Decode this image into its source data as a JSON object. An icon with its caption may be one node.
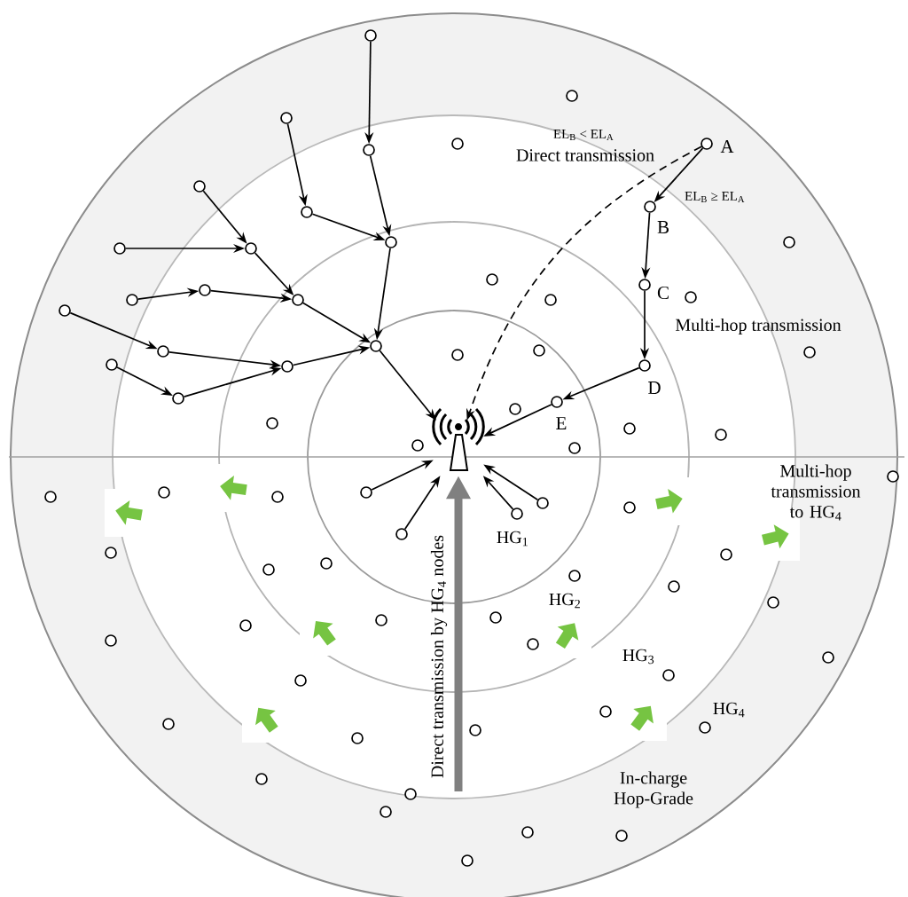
{
  "diagram": {
    "nodes": [
      {
        "text": [],
        "shape": "circle"
      },
      {
        "text": [],
        "shape": "circle"
      },
      {
        "text": [],
        "shape": "circle"
      },
      {
        "text": [],
        "shape": "circle"
      },
      {
        "text": [],
        "shape": "circle",
        "beside": [
          "A"
        ]
      },
      {
        "text": [],
        "shape": "circle"
      },
      {
        "text": [],
        "shape": "circle"
      },
      {
        "text": [],
        "shape": "circle",
        "beside": [
          "B"
        ]
      },
      {
        "text": [],
        "shape": "circle"
      },
      {
        "text": [],
        "shape": "circle"
      },
      {
        "text": [],
        "shape": "circle"
      },
      {
        "text": [],
        "shape": "circle"
      },
      {
        "text": [],
        "shape": "circle"
      },
      {
        "text": [],
        "shape": "circle"
      },
      {
        "text": [],
        "shape": "circle",
        "beside": [
          "C"
        ]
      },
      {
        "text": [],
        "shape": "circle"
      },
      {
        "text": [],
        "shape": "circle"
      },
      {
        "text": [],
        "shape": "circle"
      },
      {
        "text": [],
        "shape": "circle"
      },
      {
        "text": [],
        "shape": "circle"
      },
      {
        "text": [],
        "shape": "circle"
      },
      {
        "text": [],
        "shape": "circle"
      },
      {
        "text": [],
        "shape": "circle"
      },
      {
        "text": [],
        "shape": "circle"
      },
      {
        "text": [],
        "shape": "circle"
      },
      {
        "text": [],
        "shape": "circle"
      },
      {
        "text": [],
        "shape": "circle"
      },
      {
        "text": [],
        "shape": "circle"
      },
      {
        "text": [],
        "shape": "circle",
        "beside": [
          "D"
        ]
      },
      {
        "text": [],
        "shape": "circle"
      },
      {
        "text": [],
        "shape": "circle",
        "beside": [
          "E"
        ]
      },
      {
        "text": [],
        "shape": "circle"
      },
      {
        "text": [],
        "shape": "circle"
      },
      {
        "text": [],
        "shape": "circle"
      },
      {
        "text": [],
        "shape": "circle"
      },
      {
        "text": [],
        "shape": "circle"
      },
      {
        "text": [],
        "shape": "circle"
      },
      {
        "text": [],
        "shape": "antenna"
      },
      {
        "text": [],
        "shape": "circle"
      },
      {
        "text": [],
        "shape": "circle"
      },
      {
        "text": [],
        "shape": "circle"
      },
      {
        "text": [],
        "shape": "circle"
      },
      {
        "text": [],
        "shape": "circle"
      },
      {
        "text": [],
        "shape": "circle"
      },
      {
        "text": [],
        "shape": "circle"
      },
      {
        "text": [],
        "shape": "circle"
      },
      {
        "text": [],
        "shape": "circle"
      },
      {
        "text": [],
        "shape": "circle"
      },
      {
        "text": [],
        "shape": "circle"
      },
      {
        "text": [],
        "shape": "circle"
      },
      {
        "text": [],
        "shape": "circle"
      },
      {
        "text": [],
        "shape": "circle"
      },
      {
        "text": [],
        "shape": "circle"
      },
      {
        "text": [],
        "shape": "circle"
      },
      {
        "text": [],
        "shape": "circle"
      },
      {
        "text": [],
        "shape": "circle"
      },
      {
        "text": [],
        "shape": "circle"
      },
      {
        "text": [],
        "shape": "circle"
      },
      {
        "text": [],
        "shape": "circle"
      },
      {
        "text": [],
        "shape": "circle"
      },
      {
        "text": [],
        "shape": "circle"
      },
      {
        "text": [],
        "shape": "circle"
      },
      {
        "text": [],
        "shape": "circle"
      },
      {
        "text": [],
        "shape": "circle"
      },
      {
        "text": [],
        "shape": "circle"
      },
      {
        "text": [],
        "shape": "circle"
      },
      {
        "text": [],
        "shape": "circle"
      },
      {
        "text": [],
        "shape": "circle"
      },
      {
        "text": [],
        "shape": "circle"
      },
      {
        "text": [],
        "shape": "circle"
      },
      {
        "text": [],
        "shape": "circle"
      },
      {
        "text": [],
        "shape": "circle"
      },
      {
        "text": [],
        "shape": "circle"
      }
    ],
    "edges": [
      {
        "from": 0,
        "to": 5,
        "arrow": "to"
      },
      {
        "from": 5,
        "to": 9,
        "arrow": "to"
      },
      {
        "from": 2,
        "to": 8,
        "arrow": "to"
      },
      {
        "from": 8,
        "to": 9,
        "arrow": "to"
      },
      {
        "from": 9,
        "to": 21,
        "arrow": "to"
      },
      {
        "from": 6,
        "to": 12,
        "arrow": "to"
      },
      {
        "from": 11,
        "to": 12,
        "arrow": "to"
      },
      {
        "from": 12,
        "to": 19,
        "arrow": "to"
      },
      {
        "from": 17,
        "to": 18,
        "arrow": "to"
      },
      {
        "from": 18,
        "to": 19,
        "arrow": "to"
      },
      {
        "from": 19,
        "to": 21,
        "arrow": "to"
      },
      {
        "from": 20,
        "to": 22,
        "arrow": "to"
      },
      {
        "from": 22,
        "to": 26,
        "arrow": "to"
      },
      {
        "from": 27,
        "to": 29,
        "arrow": "to"
      },
      {
        "from": 29,
        "to": 26,
        "arrow": "to"
      },
      {
        "from": 26,
        "to": 21,
        "arrow": "to"
      },
      {
        "from": 21,
        "to": 37,
        "arrow": "to"
      },
      {
        "from": 4,
        "to": 7,
        "arrow": "to",
        "label": "EL$_{B}$ ≥ EL$_{A}$"
      },
      {
        "from": 7,
        "to": 14,
        "arrow": "to"
      },
      {
        "from": 14,
        "to": 28,
        "arrow": "to"
      },
      {
        "from": 28,
        "to": 30,
        "arrow": "to"
      },
      {
        "from": 30,
        "to": 37,
        "arrow": "to"
      },
      {
        "from": 4,
        "to": 37,
        "arrow": "to",
        "style": "dashed",
        "label": "EL$_{B}$ < EL$_{A}$"
      },
      {
        "from": 42,
        "to": 37,
        "arrow": "to"
      },
      {
        "from": 46,
        "to": 37,
        "arrow": "to"
      },
      {
        "from": 45,
        "to": 37,
        "arrow": "to"
      },
      {
        "from": 43,
        "to": 37,
        "arrow": "to"
      },
      {
        "from": null,
        "to": 37,
        "arrow": "to",
        "style": "thick",
        "color": "#808080",
        "label": "Direct transmission by HG$_{4}$ nodes"
      }
    ],
    "labels": [
      "Direct transmission",
      "Multi-hop transmission",
      "Multi-hop transmission to HG$_{4}$",
      "HG$_{1}$",
      "HG$_{2}$",
      "HG$_{3}$",
      "HG$_{4}$",
      "In-charge Hop-Grade"
    ]
  }
}
